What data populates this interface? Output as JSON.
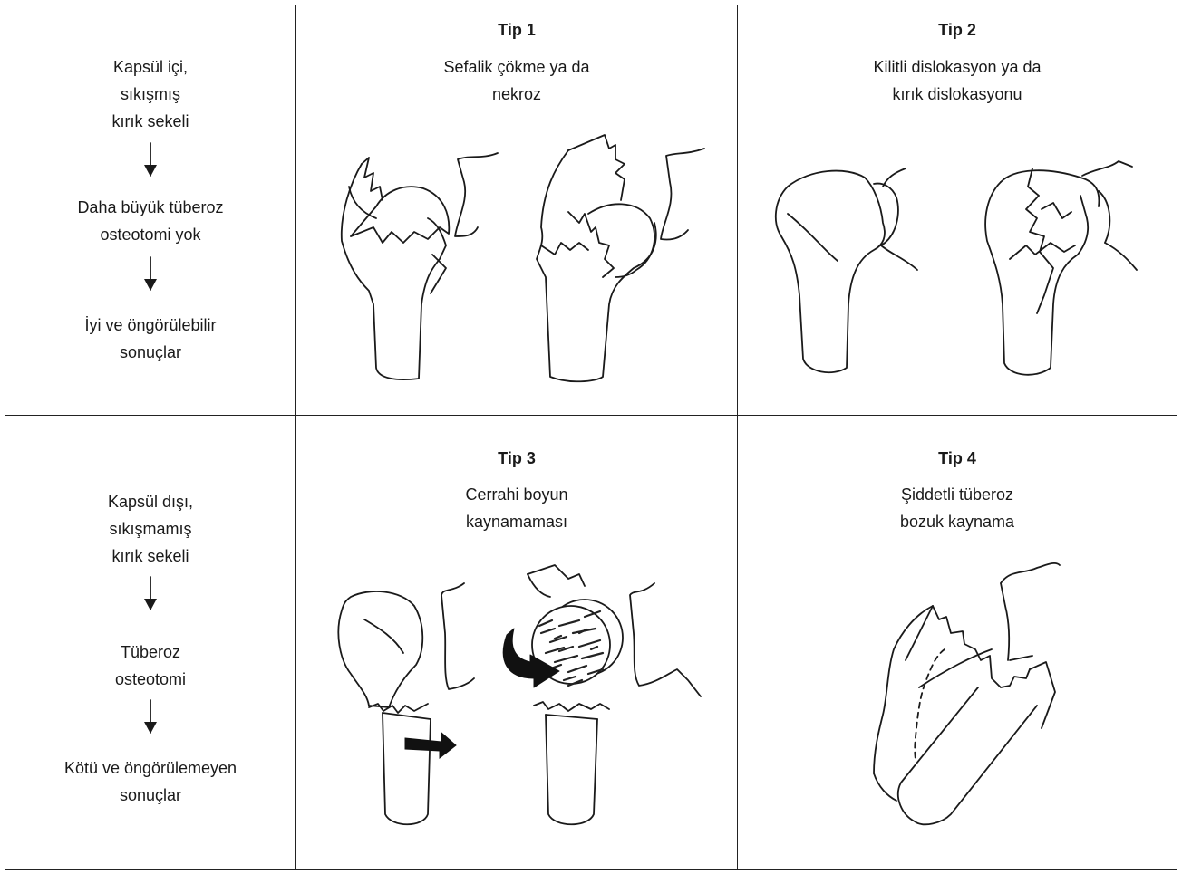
{
  "top_left": {
    "line1": "Kapsül içi,",
    "line2": "sıkışmış",
    "line3": "kırık sekeli",
    "step2_line1": "Daha büyük tüberoz",
    "step2_line2": "osteotomi yok",
    "result_line1": "İyi ve öngörülebilir",
    "result_line2": "sonuçlar"
  },
  "bottom_left": {
    "line1": "Kapsül dışı,",
    "line2": "sıkışmamış",
    "line3": "kırık sekeli",
    "step2_line1": "Tüberoz",
    "step2_line2": "osteotomi",
    "result_line1": "Kötü ve öngörülemeyen",
    "result_line2": "sonuçlar"
  },
  "types": [
    {
      "title": "Tip 1",
      "desc_line1": "Sefalik çökme ya da",
      "desc_line2": "nekroz"
    },
    {
      "title": "Tip 2",
      "desc_line1": "Kilitli dislokasyon ya da",
      "desc_line2": "kırık dislokasyonu"
    },
    {
      "title": "Tip 3",
      "desc_line1": "Cerrahi boyun",
      "desc_line2": "kaynamaması"
    },
    {
      "title": "Tip 4",
      "desc_line1": "Şiddetli tüberoz",
      "desc_line2": "bozuk kaynama"
    }
  ],
  "icons": [
    "down-arrow-icon",
    "right-arrow-icon",
    "humerus-illustration"
  ]
}
